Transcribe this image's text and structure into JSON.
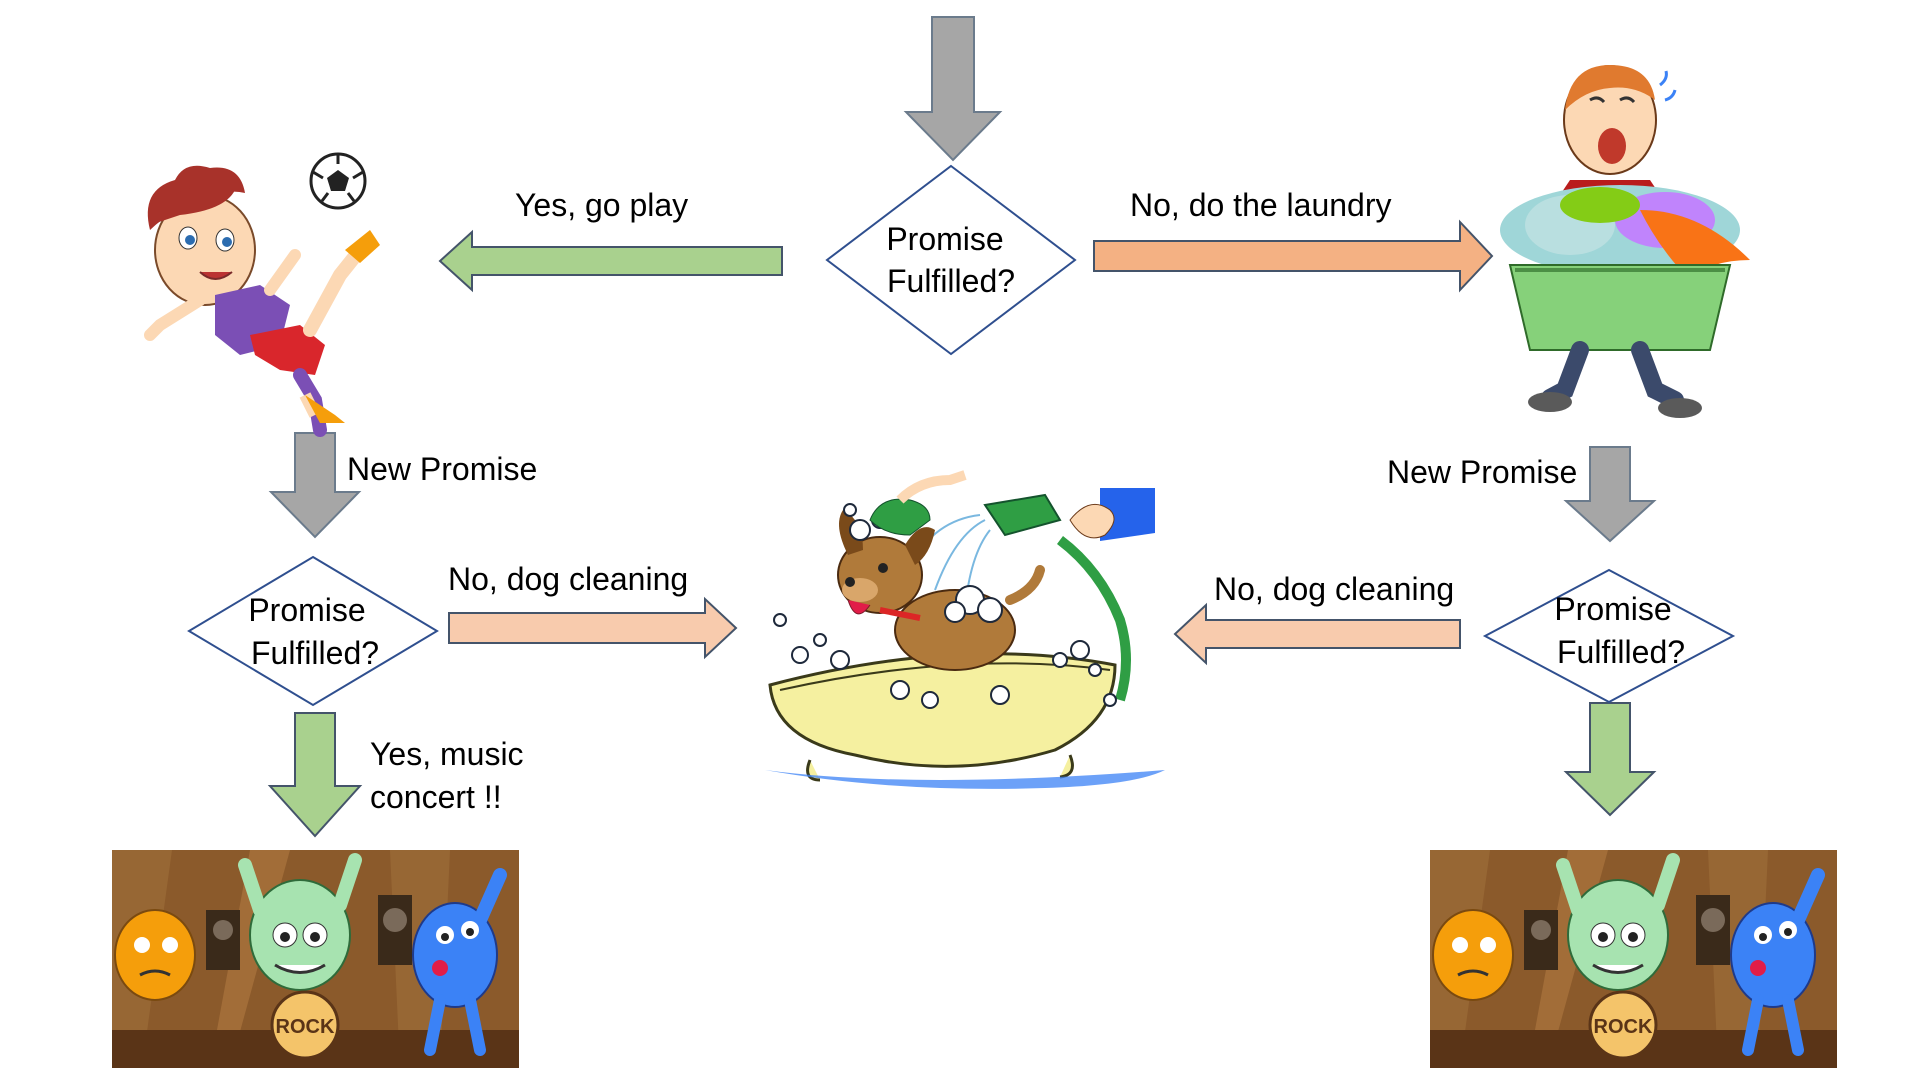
{
  "diagram": {
    "type": "flowchart",
    "decisions": [
      {
        "id": "top",
        "lines": [
          "Promise",
          "Fulfilled?"
        ]
      },
      {
        "id": "left",
        "lines": [
          "Promise",
          "Fulfilled?"
        ]
      },
      {
        "id": "right",
        "lines": [
          "Promise",
          "Fulfilled?"
        ]
      }
    ],
    "edge_labels": {
      "top_yes": "Yes, go play",
      "top_no": "No, do the laundry",
      "left_new": "New Promise",
      "right_new": "New Promise",
      "left_no": "No, dog cleaning",
      "right_no": "No, dog cleaning",
      "left_yes_1": "Yes, music",
      "left_yes_2": "concert !!"
    },
    "images": [
      {
        "id": "soccer-boy",
        "icon": "boy-kicking-ball"
      },
      {
        "id": "laundry-boy",
        "icon": "crying-boy-with-laundry-basket"
      },
      {
        "id": "dog-bath",
        "icon": "dog-being-washed-in-tub"
      },
      {
        "id": "rock-concert-left",
        "icon": "monster-rock-band",
        "caption": "ROCK"
      },
      {
        "id": "rock-concert-right",
        "icon": "monster-rock-band",
        "caption": "ROCK"
      }
    ],
    "colors": {
      "gray_arrow": "#a6a6a6",
      "gray_stroke": "#6b7b8c",
      "green_arrow": "#a9d18e",
      "orange_arrow": "#f4b183",
      "peach_arrow": "#f8cbad",
      "diamond_stroke": "#2f4f8f",
      "arrow_stroke": "#44546a"
    }
  }
}
